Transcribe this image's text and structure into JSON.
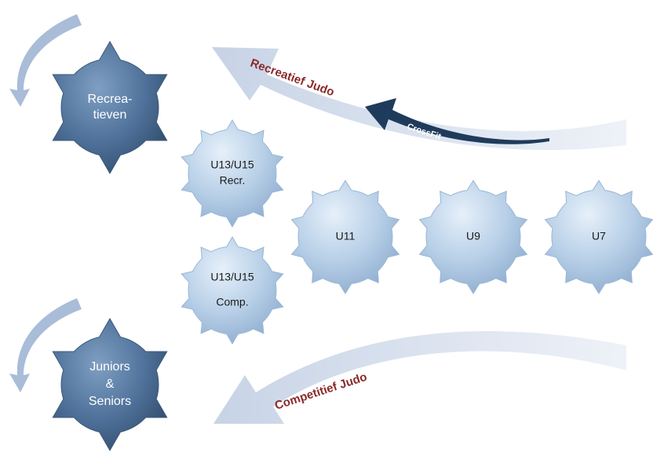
{
  "flows": {
    "recreational": "Recreatief Judo",
    "crossfit": "CrossFit",
    "competitive": "Competitief Judo"
  },
  "gears": {
    "recreatieven": [
      "Recrea-",
      "tieven"
    ],
    "juniors_seniors": [
      "Juniors",
      "&",
      "Seniors"
    ],
    "u13_u15_recr": [
      "U13/U15",
      "Recr."
    ],
    "u13_u15_comp": [
      "U13/U15",
      "Comp."
    ],
    "u11": "U11",
    "u9": "U9",
    "u7": "U7"
  },
  "colors": {
    "big_gear": "#4c6f96",
    "small_gear": "#b9d2ea",
    "arrow_light": "#d3dceb",
    "arrow_dark": "#1f3b5c",
    "label_red": "#8b2a2a"
  }
}
